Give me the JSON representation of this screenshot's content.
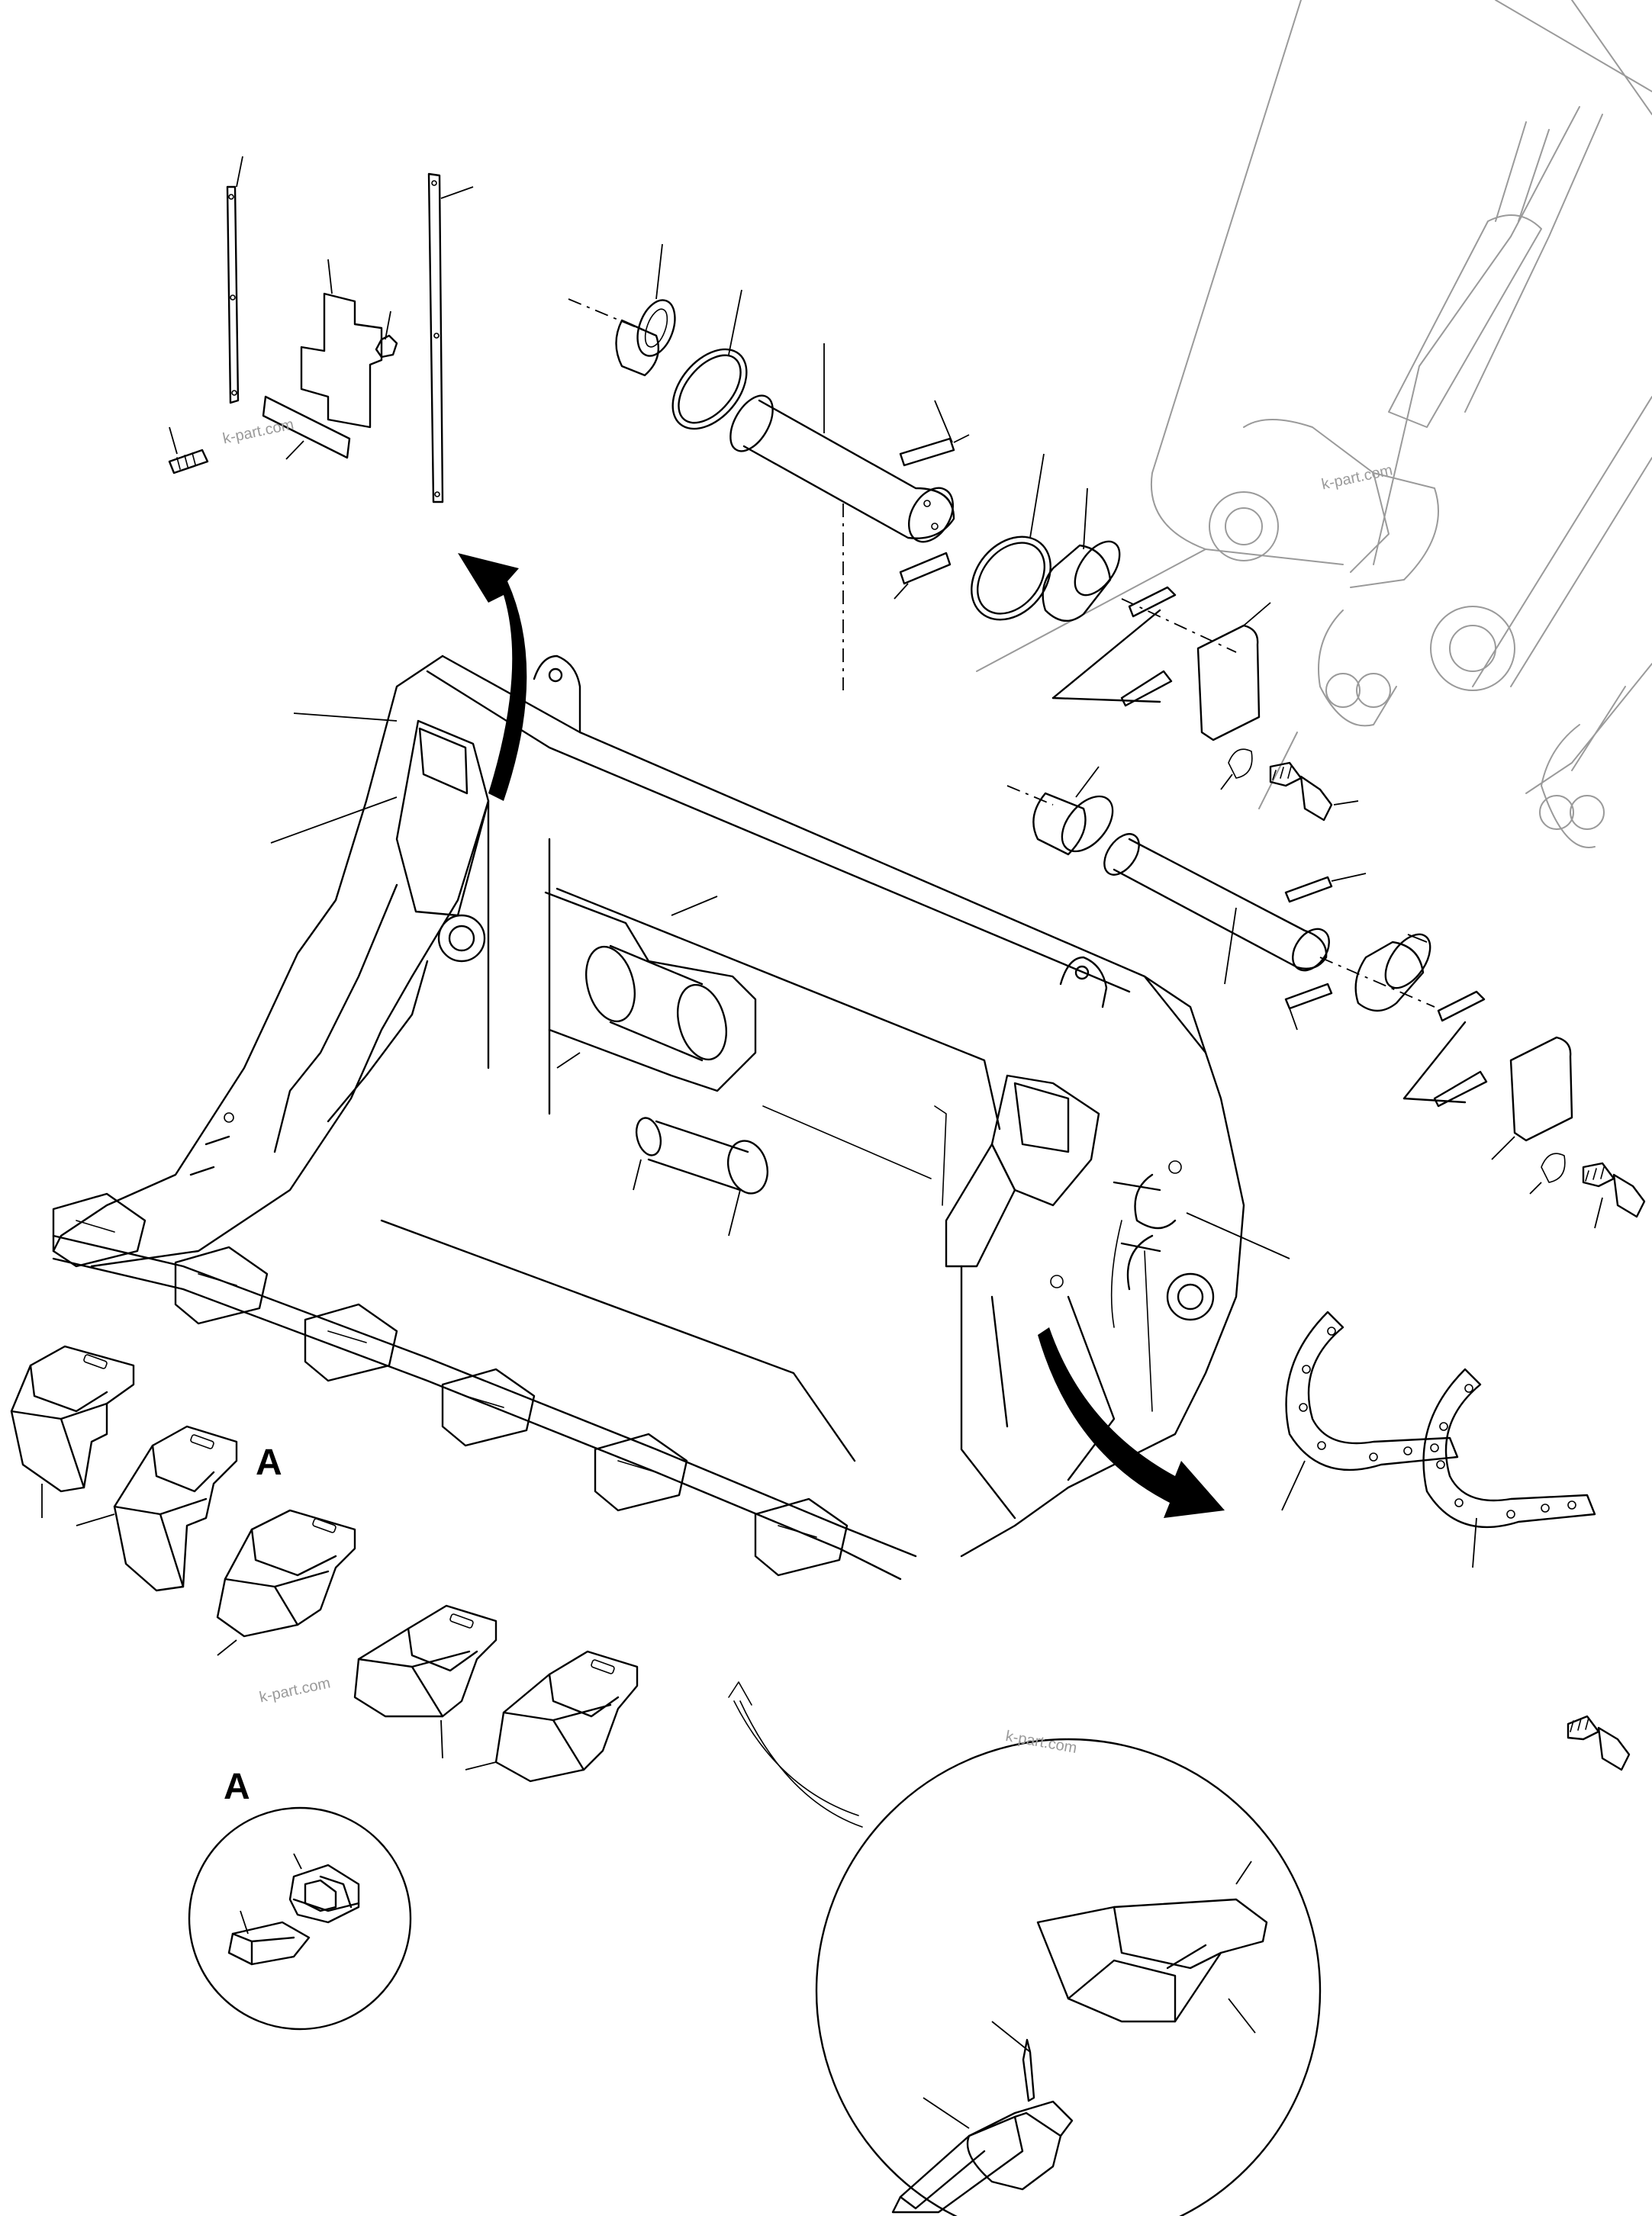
{
  "view_labels": {
    "view_a_on_teeth": "A",
    "view_a_detail": "A"
  },
  "watermarks": [
    "k-part.com",
    "k-part.com",
    "k-part.com",
    "k-part.com"
  ],
  "colors": {
    "line": "#000000",
    "ghost_line": "#9a9a9a",
    "watermark": "#9a9a9a",
    "background": "#ffffff"
  }
}
